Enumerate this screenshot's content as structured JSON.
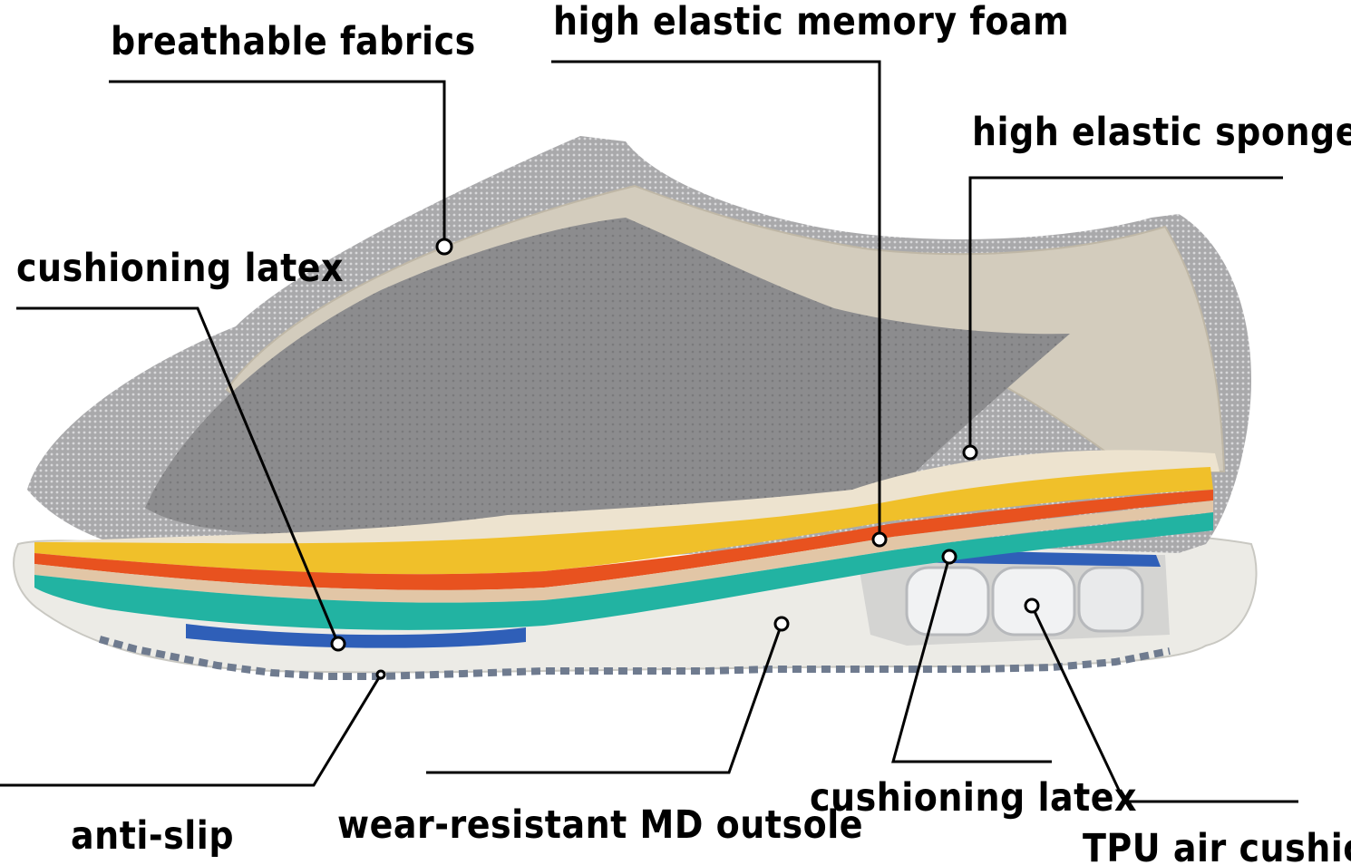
{
  "labels": {
    "breathable": "breathable fabrics",
    "memory_foam": "high elastic memory foam",
    "sponge": "high elastic sponge",
    "latex_front": "cushioning latex",
    "anti_slip": "anti-slip",
    "outsole": "wear-resistant MD outsole",
    "latex_heel": "cushioning latex",
    "air_cushion": "TPU air cushion"
  },
  "colors": {
    "mesh": "#8a8a8c",
    "upper": "#d3ccbd",
    "insole": "#ede3cf",
    "yellow": "#f0c02a",
    "orange": "#e8521f",
    "teal": "#22b3a2",
    "blue": "#2f5fb8",
    "outsole": "#ecebe6"
  }
}
